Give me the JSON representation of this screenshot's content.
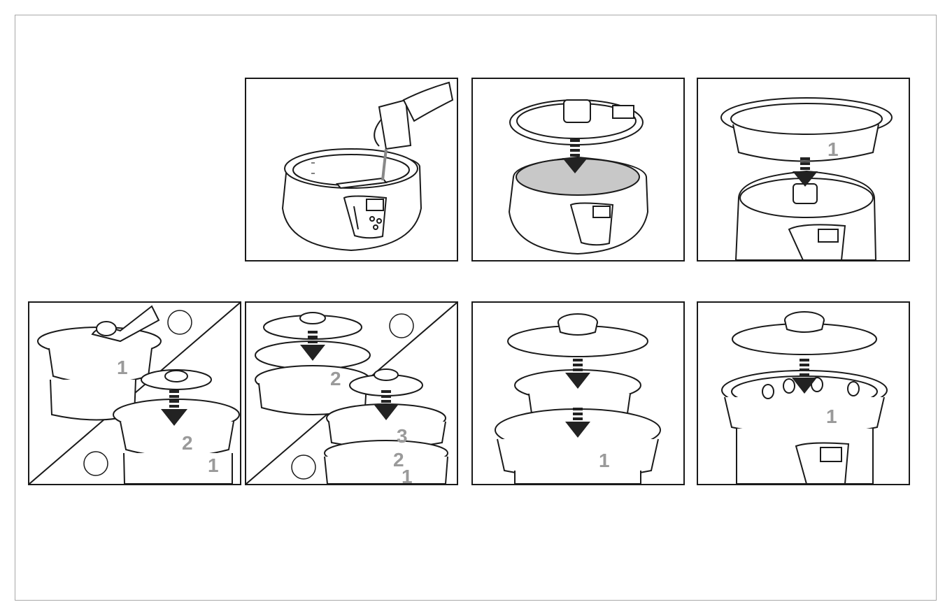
{
  "document": {
    "type": "instruction-illustrations",
    "panel_count": 7
  },
  "colors": {
    "outline": "#1a1a1a",
    "border": "#a8a8a8",
    "water_fill": "#c8c8c8",
    "level_number": "#9a9a9a",
    "arrow": "#222222"
  },
  "panels": [
    {
      "icon": "pour-water-icon"
    },
    {
      "icon": "drip-tray-icon"
    },
    {
      "icon": "basket-1-icon",
      "labels": [
        "1"
      ]
    },
    {
      "icon": "load-food-icon",
      "labels": [
        "1",
        "2",
        "1"
      ]
    },
    {
      "icon": "stack-baskets-icon",
      "labels": [
        "2",
        "3",
        "2",
        "1"
      ]
    },
    {
      "icon": "rice-bowl-icon",
      "labels": [
        "1"
      ]
    },
    {
      "icon": "eggs-steamer-icon",
      "labels": [
        "1"
      ]
    }
  ]
}
